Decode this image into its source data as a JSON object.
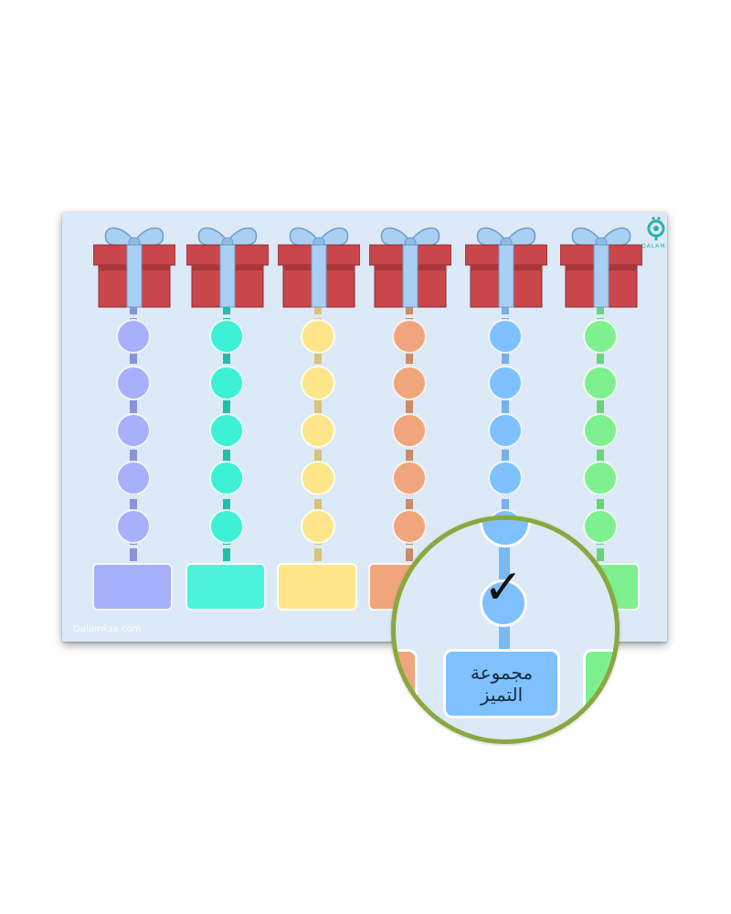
{
  "footer": {
    "site": "Qalamksa.com"
  },
  "logo": {
    "brand": "QALAM",
    "icon": "qalam-logo-icon"
  },
  "columns": [
    {
      "id": "purple",
      "bead_color": "#a6b0fb",
      "stick_color": "#8a94d8",
      "box_color": "#a6b0fb",
      "bead_count": 5
    },
    {
      "id": "teal",
      "bead_color": "#3ef0d6",
      "stick_color": "#1fbfaa",
      "box_color": "#4cf3dc",
      "bead_count": 5
    },
    {
      "id": "yellow",
      "bead_color": "#fde68a",
      "stick_color": "#d9c27a",
      "box_color": "#fde68a",
      "bead_count": 5
    },
    {
      "id": "orange",
      "bead_color": "#f0a67c",
      "stick_color": "#c98c6a",
      "box_color": "#f0a67c",
      "bead_count": 5
    },
    {
      "id": "blue",
      "bead_color": "#7fc0ff",
      "stick_color": "#7ab0e6",
      "box_color": "#7fc0ff",
      "bead_count": 5
    },
    {
      "id": "green",
      "bead_color": "#7ff090",
      "stick_color": "#6ad47c",
      "box_color": "#7ff090",
      "bead_count": 5
    }
  ],
  "magnifier": {
    "checkmark": "✓",
    "label_line1": "مجموعة",
    "label_line2": "التميز"
  },
  "colors": {
    "board": "#dce9f6",
    "gift_box": "#c9464a",
    "ribbon": "#a9cff2",
    "magnifier_ring": "#8aa83d"
  }
}
